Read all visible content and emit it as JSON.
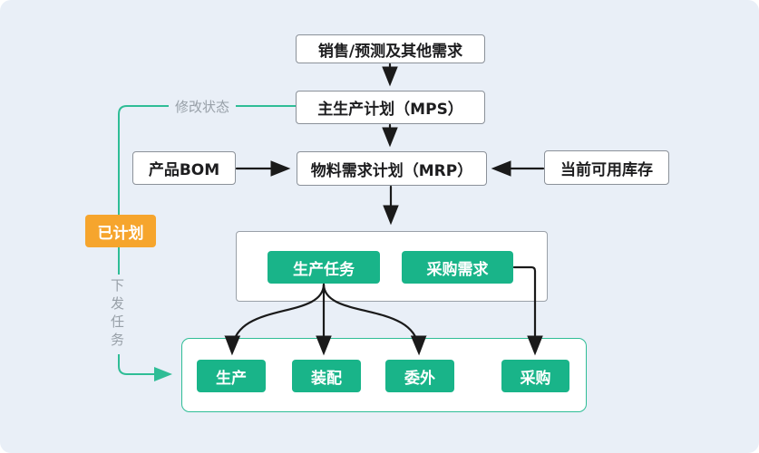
{
  "diagram": {
    "type": "flowchart",
    "colors": {
      "background": "#e9eff7",
      "node_green": "#19b489",
      "node_orange": "#f6a52d",
      "teal_line": "#2fbd96",
      "black_arrow": "#1a1a1a",
      "white_box_border": "#8b9199",
      "gray_label_text": "#98a0a8"
    },
    "nodes": {
      "sales": "销售/预测及其他需求",
      "mps": "主生产计划（MPS）",
      "mrp": "物料需求计划（MRP）",
      "bom": "产品BOM",
      "inventory": "当前可用库存",
      "planned": "已计划",
      "production_task": "生产任务",
      "purchase_demand": "采购需求",
      "production": "生产",
      "assembly": "装配",
      "outsourcing": "委外",
      "purchase": "采购"
    },
    "edge_labels": {
      "modify_status": "修改状态",
      "issue_task": "下发任务"
    },
    "edges": [
      {
        "from": "sales",
        "to": "mps"
      },
      {
        "from": "mps",
        "to": "mrp"
      },
      {
        "from": "bom",
        "to": "mrp"
      },
      {
        "from": "inventory",
        "to": "mrp"
      },
      {
        "from": "mrp",
        "to": "task_container"
      },
      {
        "from": "production_task",
        "to": "production"
      },
      {
        "from": "production_task",
        "to": "assembly"
      },
      {
        "from": "production_task",
        "to": "outsourcing"
      },
      {
        "from": "purchase_demand",
        "to": "purchase"
      },
      {
        "from": "mps",
        "to": "dispatch_container",
        "label": "修改状态 / 下发任务",
        "via": "planned"
      }
    ]
  }
}
